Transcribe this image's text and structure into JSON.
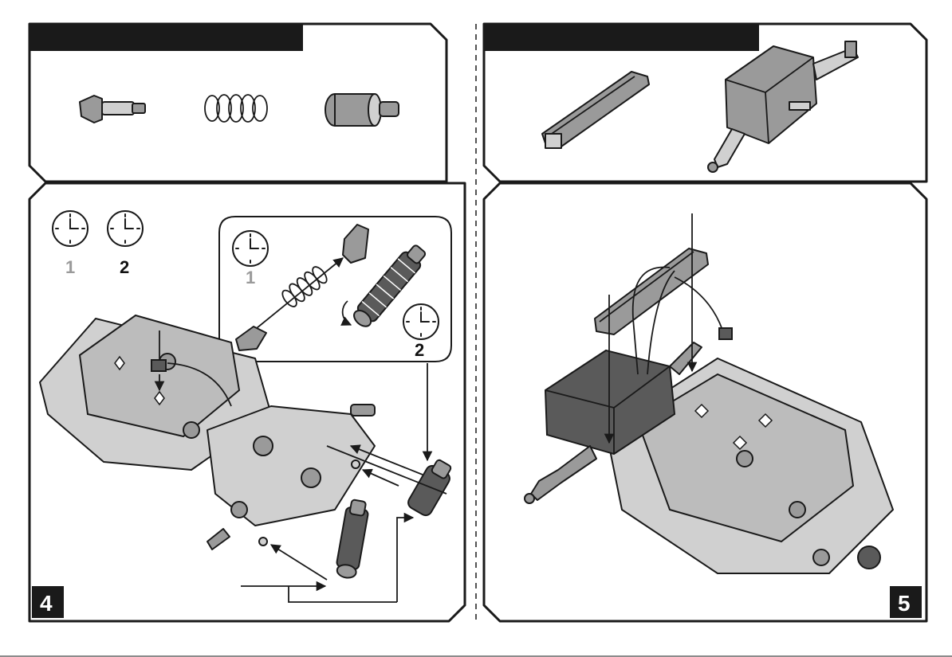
{
  "panels": {
    "step4": {
      "step_number": "4",
      "timer_labels": [
        "1",
        "2"
      ],
      "inset_timer_labels": [
        "1",
        "2"
      ]
    },
    "step5": {
      "step_number": "5"
    }
  },
  "colors": {
    "ink": "#1a1a1a",
    "part_grey": "#9a9a9a",
    "timer_label_grey": "#9a9a9a",
    "paper": "#ffffff"
  },
  "icons": {
    "timer": "clock-icon",
    "step_badge": "step-number-badge"
  }
}
